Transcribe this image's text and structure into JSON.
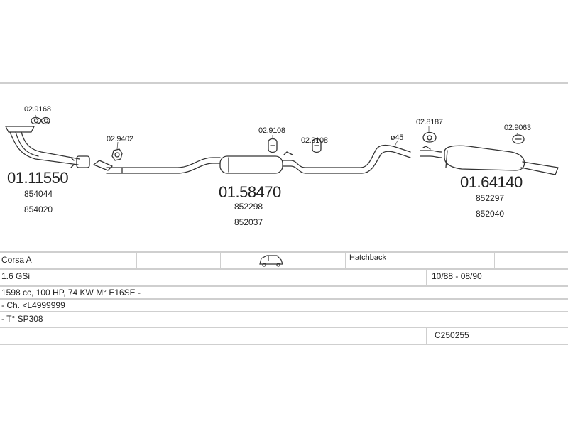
{
  "diagram": {
    "parts": [
      {
        "id": "front_pipe",
        "code": "01.11550",
        "refs": [
          "854044",
          "854020"
        ]
      },
      {
        "id": "middle_silencer",
        "code": "01.58470",
        "refs": [
          "852298",
          "852037"
        ]
      },
      {
        "id": "rear_silencer",
        "code": "01.64140",
        "refs": [
          "852297",
          "852040"
        ]
      }
    ],
    "small_parts": {
      "gasket_front": "02.9168",
      "clamp_front": "02.9402",
      "hanger_mid_1": "02.9108",
      "hanger_mid_2": "02.9108",
      "hanger_rear_1": "02.8187",
      "hanger_rear_2": "02.9063"
    },
    "pipe_diameter": "ø45"
  },
  "table": {
    "model": "Corsa A",
    "body": "Hatchback",
    "engine": "1.6 GSi",
    "years": "10/88 - 08/90",
    "spec": "1598 cc, 100 HP, 74 KW M° E16SE -",
    "chassis": "- Ch. <L4999999",
    "type": "- T° SP308",
    "catalog_code": "C250255",
    "car_icon": "hatchback-car-icon"
  },
  "colors": {
    "line": "#cfcfcf",
    "drawing": "#333333"
  }
}
